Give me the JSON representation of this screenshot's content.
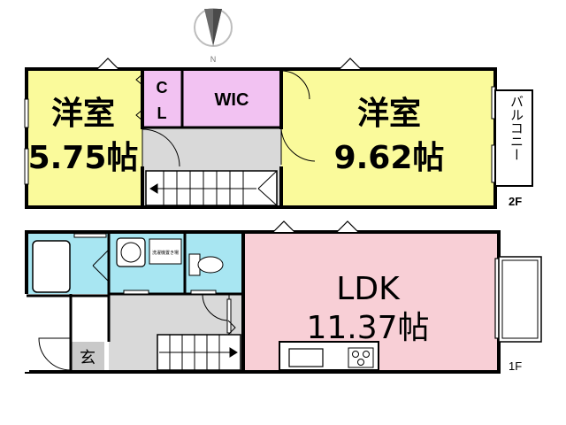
{
  "compass": {
    "label": "N"
  },
  "floor2": {
    "tag": "2F",
    "western_room_left": {
      "name": "洋室",
      "size": "5.75帖"
    },
    "western_room_right": {
      "name": "洋室",
      "size": "9.62帖"
    },
    "closet": {
      "line1": "C",
      "line2": "L"
    },
    "walk_in_closet": {
      "label": "WIC"
    },
    "balcony": {
      "label": "バルコニー"
    }
  },
  "floor1": {
    "tag": "1F",
    "ldk": {
      "name": "LDK",
      "size": "11.37帖"
    },
    "entrance": {
      "label": "玄"
    },
    "washer_space": {
      "label": "洗濯機置き場"
    }
  },
  "colors": {
    "western_room": "#fafa9b",
    "closet": "#f2c2f2",
    "ldk": "#f8cfd6",
    "wet_area": "#a8e6f2",
    "hall": "#d9d9d9",
    "wall": "#000000"
  }
}
